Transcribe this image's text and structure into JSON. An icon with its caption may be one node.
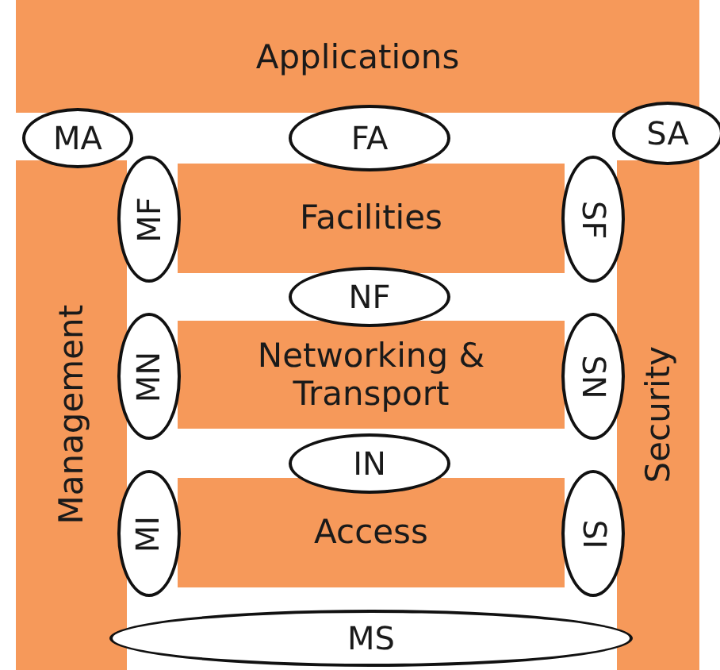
{
  "diagram": {
    "nodes": [
      {
        "text": [
          "Applications"
        ]
      },
      {
        "text": [
          "MA"
        ]
      },
      {
        "text": [
          "FA"
        ]
      },
      {
        "text": [
          "SA"
        ]
      },
      {
        "text": [
          "Management"
        ]
      },
      {
        "text": [
          "MF"
        ]
      },
      {
        "text": [
          "Facilities"
        ]
      },
      {
        "text": [
          "SF"
        ]
      },
      {
        "text": [
          "Security"
        ]
      },
      {
        "text": [
          "NF"
        ]
      },
      {
        "text": [
          "MN"
        ]
      },
      {
        "text": [
          "Networking & Transport"
        ]
      },
      {
        "text": [
          "SN"
        ]
      },
      {
        "text": [
          "IN"
        ]
      },
      {
        "text": [
          "MI"
        ]
      },
      {
        "text": [
          "Access"
        ]
      },
      {
        "text": [
          "SI"
        ]
      },
      {
        "text": [
          "MS"
        ]
      }
    ]
  }
}
